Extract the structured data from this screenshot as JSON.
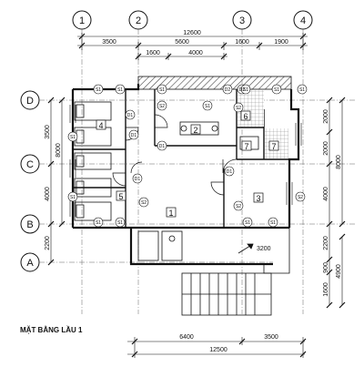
{
  "title": "MẶT BẰNG LẦU 1",
  "grid_columns": [
    "1",
    "2",
    "3",
    "4"
  ],
  "grid_rows": [
    "D",
    "C",
    "B",
    "A"
  ],
  "dims_top": {
    "overall": "12600",
    "segments": [
      "3500",
      "5600",
      "1600",
      "1900"
    ],
    "inner": [
      "1600",
      "4000"
    ]
  },
  "dims_left": [
    "3500",
    "4000",
    "2200",
    "8000"
  ],
  "dims_right": {
    "segments": [
      "2000",
      "2000",
      "4000",
      "2200",
      "900",
      "1600"
    ],
    "totals": [
      "8000",
      "4900"
    ]
  },
  "dims_bottom": {
    "segments": [
      "6400",
      "3500"
    ],
    "overall": "12500"
  },
  "stair_note": "3200",
  "room_numbers": [
    "4",
    "2",
    "6",
    "7",
    "7",
    "5",
    "1",
    "3"
  ],
  "tags": [
    "S1",
    "S1",
    "S1",
    "D1",
    "D2",
    "D2",
    "S1",
    "S1",
    "S2",
    "D1",
    "D1",
    "D1",
    "D1",
    "S1",
    "S1",
    "S2",
    "S2",
    "S2",
    "S1",
    "S1",
    "S1",
    "S1",
    "S1",
    "S1",
    "S2"
  ]
}
